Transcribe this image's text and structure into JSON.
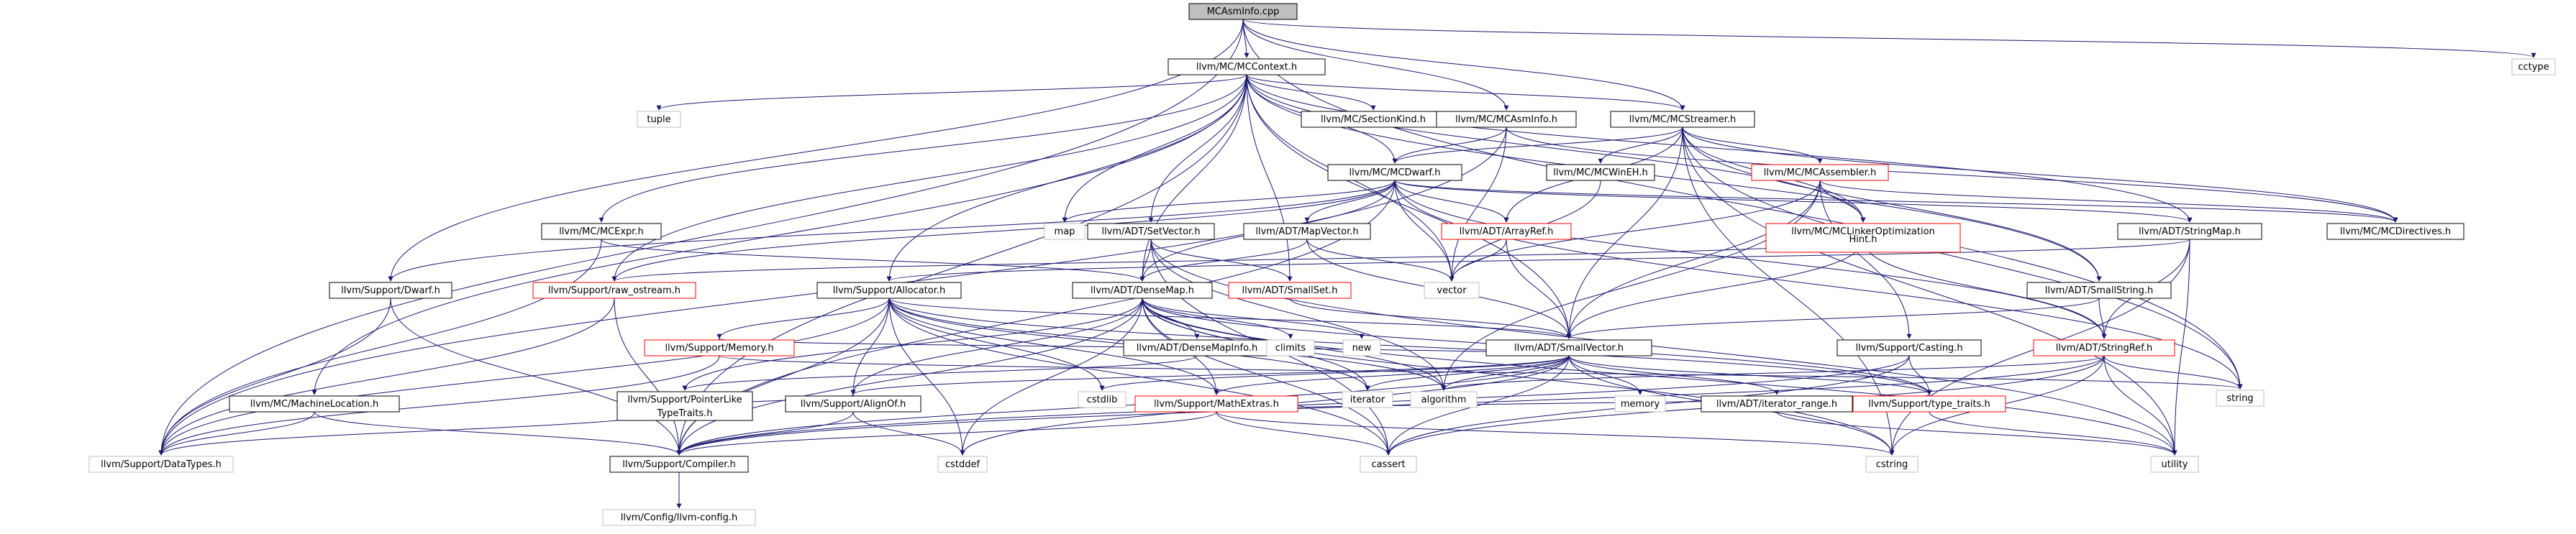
{
  "diagram": {
    "colors": {
      "root_fill": "#bfbfbf",
      "node_border": "#000000",
      "missing_border": "#bfbfbf",
      "truncated_border": "#ff0000",
      "edge": "#191970",
      "text": "#000000"
    },
    "nodes": [
      {
        "id": "root",
        "label": "MCAsmInfo.cpp",
        "kind": "root"
      },
      {
        "id": "cctype",
        "label": "cctype",
        "kind": "missing"
      },
      {
        "id": "mccontext",
        "label": "llvm/MC/MCContext.h",
        "kind": "normal"
      },
      {
        "id": "tuple",
        "label": "tuple",
        "kind": "missing"
      },
      {
        "id": "sectionkind",
        "label": "llvm/MC/SectionKind.h",
        "kind": "normal"
      },
      {
        "id": "mcasminfo",
        "label": "llvm/MC/MCAsmInfo.h",
        "kind": "normal"
      },
      {
        "id": "mcstreamer",
        "label": "llvm/MC/MCStreamer.h",
        "kind": "normal"
      },
      {
        "id": "mcdwarf",
        "label": "llvm/MC/MCDwarf.h",
        "kind": "normal"
      },
      {
        "id": "mcwineh",
        "label": "llvm/MC/MCWinEH.h",
        "kind": "normal"
      },
      {
        "id": "mcassembler",
        "label": "llvm/MC/MCAssembler.h",
        "kind": "truncated"
      },
      {
        "id": "mclinkeropt1",
        "label": "llvm/MC/MCLinkerOptimization",
        "kind": "truncated"
      },
      {
        "id": "mclinkeropt2",
        "label": "Hint.h",
        "kind": "textonly"
      },
      {
        "id": "mcdirectives",
        "label": "llvm/MC/MCDirectives.h",
        "kind": "normal"
      },
      {
        "id": "stringmap",
        "label": "llvm/ADT/StringMap.h",
        "kind": "normal"
      },
      {
        "id": "mcexpr",
        "label": "llvm/MC/MCExpr.h",
        "kind": "normal"
      },
      {
        "id": "map",
        "label": "map",
        "kind": "missing"
      },
      {
        "id": "arrayref",
        "label": "llvm/ADT/ArrayRef.h",
        "kind": "truncated"
      },
      {
        "id": "mapvector",
        "label": "llvm/ADT/MapVector.h",
        "kind": "normal"
      },
      {
        "id": "setvector",
        "label": "llvm/ADT/SetVector.h",
        "kind": "normal"
      },
      {
        "id": "vector",
        "label": "vector",
        "kind": "missing"
      },
      {
        "id": "smallset",
        "label": "llvm/ADT/SmallSet.h",
        "kind": "truncated"
      },
      {
        "id": "dwarf",
        "label": "llvm/Support/Dwarf.h",
        "kind": "normal"
      },
      {
        "id": "rawostream",
        "label": "llvm/Support/raw_ostream.h",
        "kind": "truncated"
      },
      {
        "id": "allocator",
        "label": "llvm/Support/Allocator.h",
        "kind": "normal"
      },
      {
        "id": "densemap",
        "label": "llvm/ADT/DenseMap.h",
        "kind": "normal"
      },
      {
        "id": "smallstring",
        "label": "llvm/ADT/SmallString.h",
        "kind": "normal"
      },
      {
        "id": "stringref",
        "label": "llvm/ADT/StringRef.h",
        "kind": "truncated"
      },
      {
        "id": "memory",
        "label": "llvm/Support/Memory.h",
        "kind": "truncated"
      },
      {
        "id": "densemapinfo",
        "label": "llvm/ADT/DenseMapInfo.h",
        "kind": "normal"
      },
      {
        "id": "climits",
        "label": "climits",
        "kind": "missing"
      },
      {
        "id": "new",
        "label": "new",
        "kind": "missing"
      },
      {
        "id": "smallvector",
        "label": "llvm/ADT/SmallVector.h",
        "kind": "normal"
      },
      {
        "id": "casting",
        "label": "llvm/Support/Casting.h",
        "kind": "normal"
      },
      {
        "id": "string",
        "label": "string",
        "kind": "missing"
      },
      {
        "id": "machineloc",
        "label": "llvm/MC/MachineLocation.h",
        "kind": "normal"
      },
      {
        "id": "ptrlike1",
        "label": "llvm/Support/PointerLike",
        "kind": "normal"
      },
      {
        "id": "ptrlike2",
        "label": "TypeTraits.h",
        "kind": "textonly"
      },
      {
        "id": "alignof",
        "label": "llvm/Support/AlignOf.h",
        "kind": "normal"
      },
      {
        "id": "cstdlib",
        "label": "cstdlib",
        "kind": "missing"
      },
      {
        "id": "iterator",
        "label": "iterator",
        "kind": "missing"
      },
      {
        "id": "algorithm",
        "label": "algorithm",
        "kind": "missing"
      },
      {
        "id": "mathextras",
        "label": "llvm/Support/MathExtras.h",
        "kind": "truncated"
      },
      {
        "id": "memorystd",
        "label": "memory",
        "kind": "missing"
      },
      {
        "id": "iterrange",
        "label": "llvm/ADT/iterator_range.h",
        "kind": "normal"
      },
      {
        "id": "typetraits",
        "label": "llvm/Support/type_traits.h",
        "kind": "truncated"
      },
      {
        "id": "datatypes",
        "label": "llvm/Support/DataTypes.h",
        "kind": "missing"
      },
      {
        "id": "compiler",
        "label": "llvm/Support/Compiler.h",
        "kind": "normal"
      },
      {
        "id": "cstddef",
        "label": "cstddef",
        "kind": "missing"
      },
      {
        "id": "cassert",
        "label": "cassert",
        "kind": "missing"
      },
      {
        "id": "cstring",
        "label": "cstring",
        "kind": "missing"
      },
      {
        "id": "utility",
        "label": "utility",
        "kind": "missing"
      },
      {
        "id": "llvmconfig",
        "label": "llvm/Config/llvm-config.h",
        "kind": "missing"
      }
    ],
    "edges": [
      [
        "root",
        "cctype"
      ],
      [
        "root",
        "mccontext"
      ],
      [
        "root",
        "mcasminfo"
      ],
      [
        "root",
        "mcstreamer"
      ],
      [
        "root",
        "dwarf"
      ],
      [
        "root",
        "datatypes"
      ],
      [
        "root",
        "string"
      ],
      [
        "mccontext",
        "tuple"
      ],
      [
        "mccontext",
        "sectionkind"
      ],
      [
        "mccontext",
        "mcstreamer"
      ],
      [
        "mccontext",
        "mcdwarf"
      ],
      [
        "mccontext",
        "map"
      ],
      [
        "mccontext",
        "vector"
      ],
      [
        "mccontext",
        "mcexpr"
      ],
      [
        "mccontext",
        "setvector"
      ],
      [
        "mccontext",
        "stringmap"
      ],
      [
        "mccontext",
        "smallstring"
      ],
      [
        "mccontext",
        "smallvector"
      ],
      [
        "mccontext",
        "allocator"
      ],
      [
        "mccontext",
        "rawostream"
      ],
      [
        "mccontext",
        "densemap"
      ],
      [
        "mccontext",
        "compiler"
      ],
      [
        "mccontext",
        "machineloc"
      ],
      [
        "mccontext",
        "mclinkeropt1"
      ],
      [
        "mccontext",
        "smallset"
      ],
      [
        "mcasminfo",
        "mcdirectives"
      ],
      [
        "mcasminfo",
        "mcdwarf"
      ],
      [
        "mcasminfo",
        "vector"
      ],
      [
        "mcasminfo",
        "datatypes"
      ],
      [
        "mcstreamer",
        "mcwineh"
      ],
      [
        "mcstreamer",
        "mcdwarf"
      ],
      [
        "mcstreamer",
        "mcassembler"
      ],
      [
        "mcstreamer",
        "mclinkeropt1"
      ],
      [
        "mcstreamer",
        "mcdirectives"
      ],
      [
        "mcstreamer",
        "smallvector"
      ],
      [
        "mcstreamer",
        "arrayref"
      ],
      [
        "mcstreamer",
        "smallstring"
      ],
      [
        "mcstreamer",
        "string"
      ],
      [
        "mcstreamer",
        "utility"
      ],
      [
        "mcstreamer",
        "cstring"
      ],
      [
        "mcdwarf",
        "map"
      ],
      [
        "mcdwarf",
        "vector"
      ],
      [
        "mcdwarf",
        "arrayref"
      ],
      [
        "mcdwarf",
        "mapvector"
      ],
      [
        "mcdwarf",
        "densemap"
      ],
      [
        "mcdwarf",
        "dwarf"
      ],
      [
        "mcdwarf",
        "rawostream"
      ],
      [
        "mcdwarf",
        "compiler"
      ],
      [
        "mcdwarf",
        "stringmap"
      ],
      [
        "mcdwarf",
        "string"
      ],
      [
        "mcdwarf",
        "stringref"
      ],
      [
        "mcdwarf",
        "mcdirectives"
      ],
      [
        "mcwineh",
        "vector"
      ],
      [
        "mcassembler",
        "mclinkeropt1"
      ],
      [
        "mcassembler",
        "mcdirectives"
      ],
      [
        "mcassembler",
        "casting"
      ],
      [
        "mcassembler",
        "smallvector"
      ],
      [
        "mcassembler",
        "vector"
      ],
      [
        "mcassembler",
        "algorithm"
      ],
      [
        "mclinkeropt1",
        "smallvector"
      ],
      [
        "mclinkeropt1",
        "stringref"
      ],
      [
        "mclinkeropt1",
        "rawostream"
      ],
      [
        "stringmap",
        "stringref"
      ],
      [
        "stringmap",
        "allocator"
      ],
      [
        "stringmap",
        "cstring"
      ],
      [
        "stringmap",
        "utility"
      ],
      [
        "mcexpr",
        "densemap"
      ],
      [
        "mcexpr",
        "datatypes"
      ],
      [
        "arrayref",
        "vector"
      ],
      [
        "arrayref",
        "smallvector"
      ],
      [
        "mapvector",
        "densemap"
      ],
      [
        "mapvector",
        "smallvector"
      ],
      [
        "mapvector",
        "vector"
      ],
      [
        "setvector",
        "densemap"
      ],
      [
        "setvector",
        "smallset"
      ],
      [
        "setvector",
        "algorithm"
      ],
      [
        "setvector",
        "cassert"
      ],
      [
        "setvector",
        "utility"
      ],
      [
        "smallset",
        "smallvector"
      ],
      [
        "dwarf",
        "compiler"
      ],
      [
        "dwarf",
        "datatypes"
      ],
      [
        "rawostream",
        "compiler"
      ],
      [
        "rawostream",
        "datatypes"
      ],
      [
        "allocator",
        "smallvector"
      ],
      [
        "allocator",
        "alignof"
      ],
      [
        "allocator",
        "mathextras"
      ],
      [
        "allocator",
        "memory"
      ],
      [
        "allocator",
        "datatypes"
      ],
      [
        "allocator",
        "cstddef"
      ],
      [
        "allocator",
        "cstdlib"
      ],
      [
        "allocator",
        "cassert"
      ],
      [
        "allocator",
        "algorithm"
      ],
      [
        "allocator",
        "iterator"
      ],
      [
        "allocator",
        "compiler"
      ],
      [
        "allocator",
        "typetraits"
      ],
      [
        "densemap",
        "densemapinfo"
      ],
      [
        "densemap",
        "ptrlike1"
      ],
      [
        "densemap",
        "alignof"
      ],
      [
        "densemap",
        "mathextras"
      ],
      [
        "densemap",
        "typetraits"
      ],
      [
        "densemap",
        "algorithm"
      ],
      [
        "densemap",
        "cassert"
      ],
      [
        "densemap",
        "climits"
      ],
      [
        "densemap",
        "cstddef"
      ],
      [
        "densemap",
        "cstring"
      ],
      [
        "densemap",
        "iterator"
      ],
      [
        "densemap",
        "new"
      ],
      [
        "densemap",
        "utility"
      ],
      [
        "densemap",
        "compiler"
      ],
      [
        "smallstring",
        "smallvector"
      ],
      [
        "smallstring",
        "stringref"
      ],
      [
        "stringref",
        "string"
      ],
      [
        "stringref",
        "utility"
      ],
      [
        "stringref",
        "cassert"
      ],
      [
        "stringref",
        "cstring"
      ],
      [
        "stringref",
        "algorithm"
      ],
      [
        "stringref",
        "compiler"
      ],
      [
        "memory",
        "datatypes"
      ],
      [
        "memory",
        "string"
      ],
      [
        "densemapinfo",
        "ptrlike1"
      ],
      [
        "smallvector",
        "alignof"
      ],
      [
        "smallvector",
        "mathextras"
      ],
      [
        "smallvector",
        "typetraits"
      ],
      [
        "smallvector",
        "algorithm"
      ],
      [
        "smallvector",
        "cassert"
      ],
      [
        "smallvector",
        "cstddef"
      ],
      [
        "smallvector",
        "cstdlib"
      ],
      [
        "smallvector",
        "cstring"
      ],
      [
        "smallvector",
        "iterator"
      ],
      [
        "smallvector",
        "memory"
      ],
      [
        "smallvector",
        "memorystd"
      ],
      [
        "smallvector",
        "iterrange"
      ],
      [
        "smallvector",
        "compiler"
      ],
      [
        "casting",
        "typetraits"
      ],
      [
        "casting",
        "cassert"
      ],
      [
        "casting",
        "compiler"
      ],
      [
        "machineloc",
        "compiler"
      ],
      [
        "machineloc",
        "datatypes"
      ],
      [
        "ptrlike1",
        "datatypes"
      ],
      [
        "ptrlike1",
        "alignof"
      ],
      [
        "alignof",
        "compiler"
      ],
      [
        "alignof",
        "cstddef"
      ],
      [
        "mathextras",
        "compiler"
      ],
      [
        "mathextras",
        "cassert"
      ],
      [
        "mathextras",
        "cstring"
      ],
      [
        "mathextras",
        "typetraits"
      ],
      [
        "iterrange",
        "utility"
      ],
      [
        "typetraits",
        "utility"
      ],
      [
        "compiler",
        "llvmconfig"
      ]
    ]
  }
}
